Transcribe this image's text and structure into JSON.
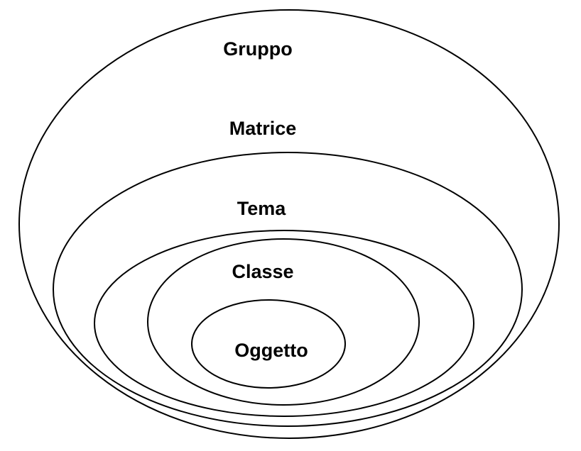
{
  "diagram": {
    "type": "nested-ellipses",
    "levels": [
      {
        "label": "Gruppo"
      },
      {
        "label": "Matrice"
      },
      {
        "label": "Tema"
      },
      {
        "label": "Classe"
      },
      {
        "label": "Oggetto"
      }
    ],
    "colors": {
      "background": "#ffffff",
      "stroke": "#000000",
      "text": "#000000"
    }
  }
}
